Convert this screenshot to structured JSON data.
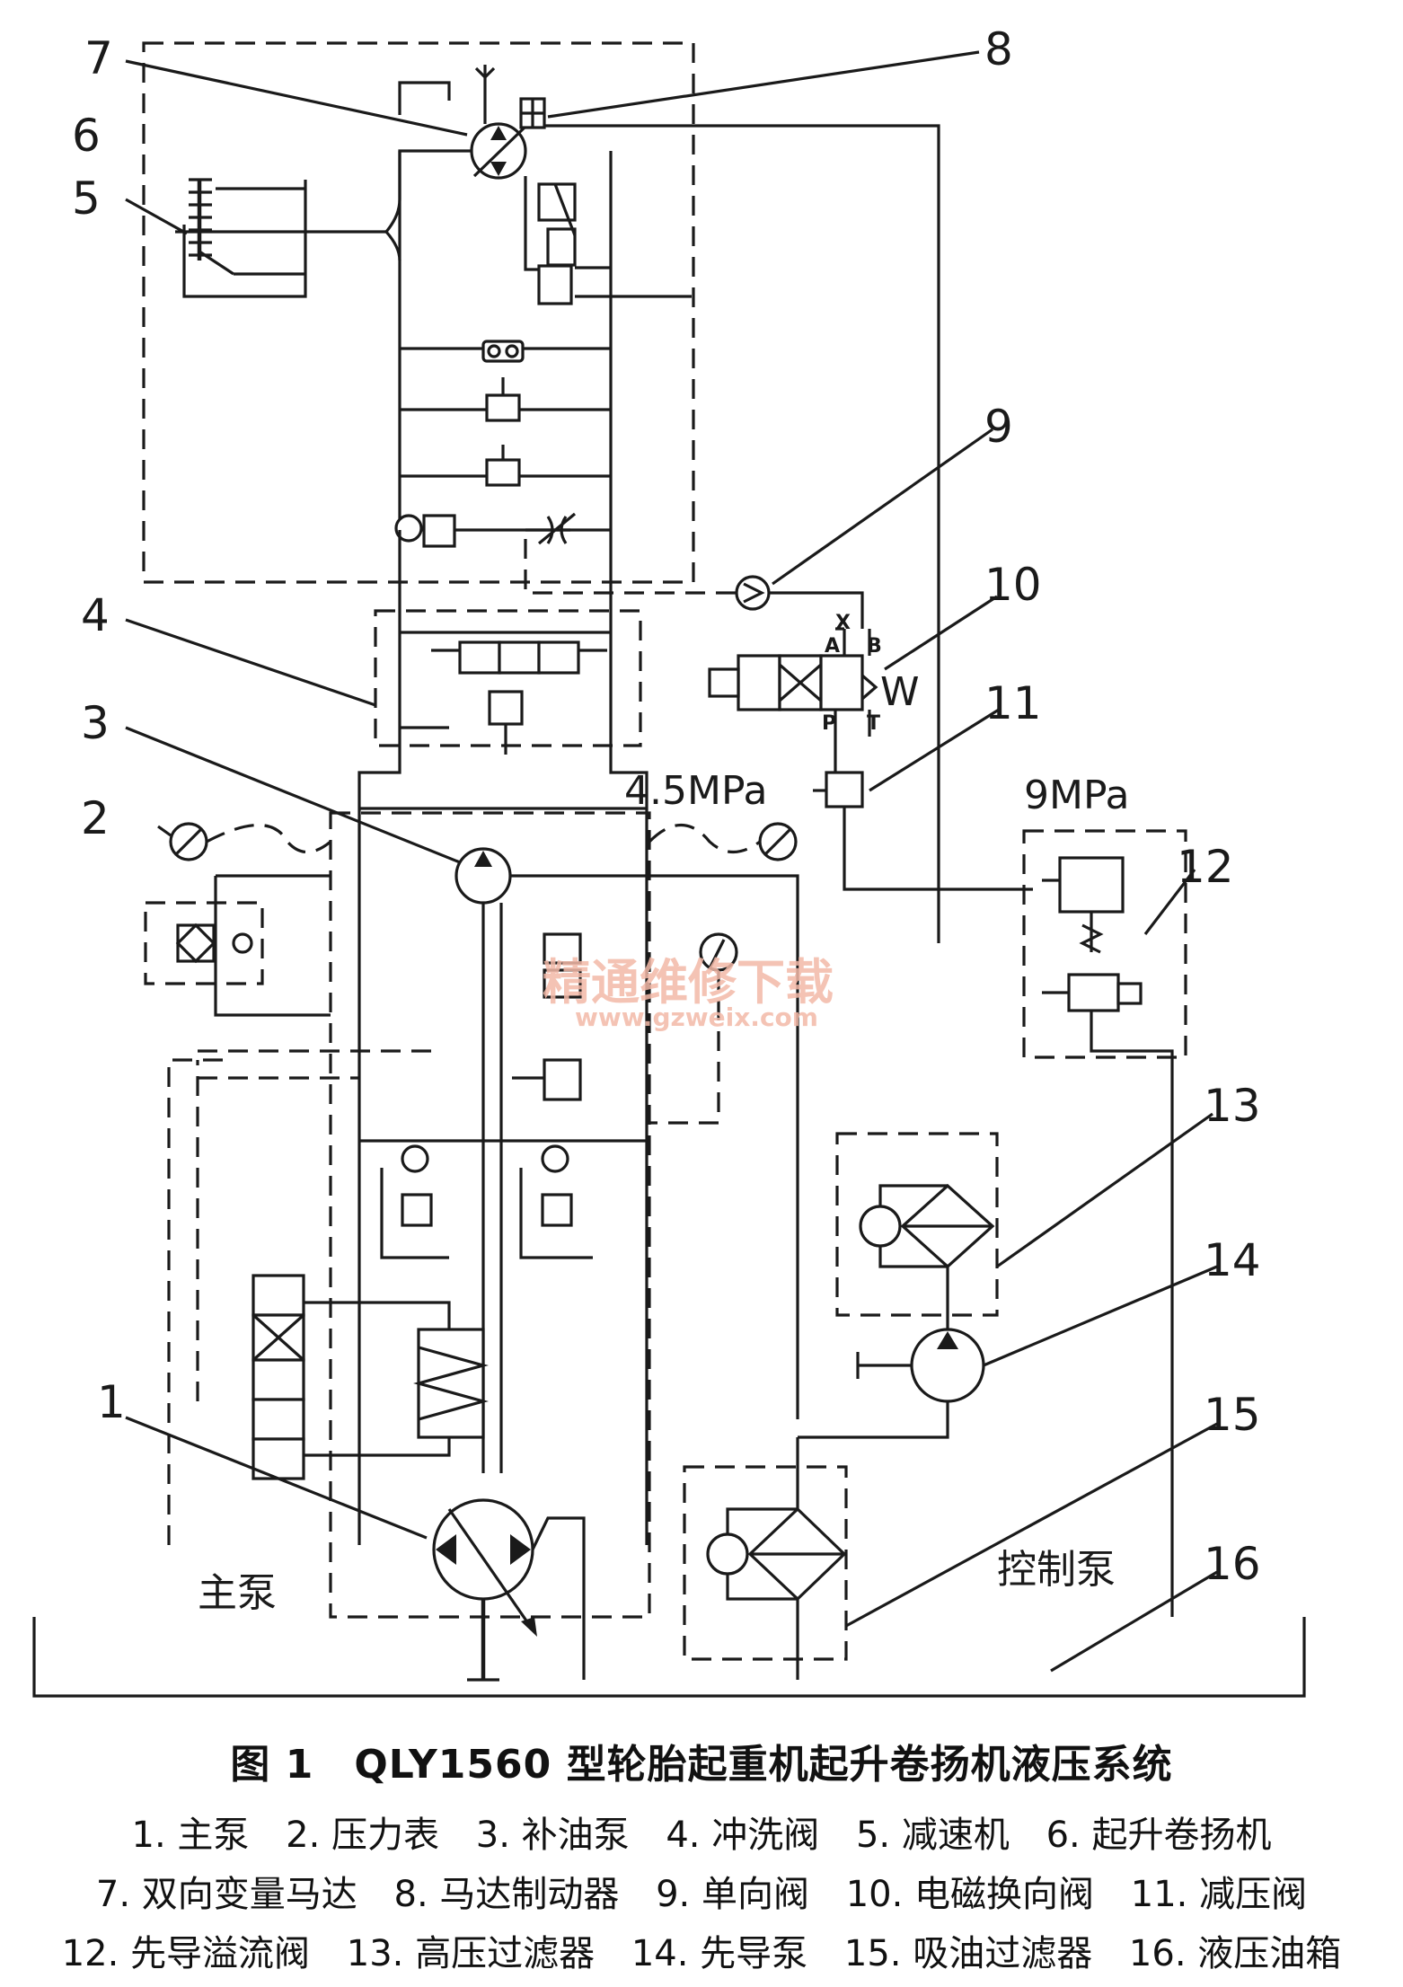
{
  "figure": {
    "caption": "图 1　QLY1560 型轮胎起重机起升卷扬机液压系统",
    "pressure_labels": [
      "4.5MPa",
      "9MPa"
    ],
    "component_labels": [
      "主泵",
      "控制泵"
    ],
    "callout_numbers": [
      "1",
      "2",
      "3",
      "4",
      "5",
      "6",
      "7",
      "8",
      "9",
      "10",
      "11",
      "12",
      "13",
      "14",
      "15",
      "16"
    ],
    "port_letters": [
      "X",
      "A",
      "B",
      "P",
      "T",
      "W"
    ],
    "watermark": {
      "text": "精通维修下载",
      "url": "www.gzweix.com"
    }
  },
  "legend": {
    "row1": [
      "1. 主泵",
      "2. 压力表",
      "3. 补油泵",
      "4. 冲洗阀",
      "5. 减速机",
      "6. 起升卷扬机"
    ],
    "row2": [
      "7. 双向变量马达",
      "8. 马达制动器",
      "9. 单向阀",
      "10. 电磁换向阀",
      "11. 减压阀"
    ],
    "row3": [
      "12. 先导溢流阀",
      "13. 高压过滤器",
      "14. 先导泵",
      "15. 吸油过滤器",
      "16. 液压油箱"
    ]
  }
}
